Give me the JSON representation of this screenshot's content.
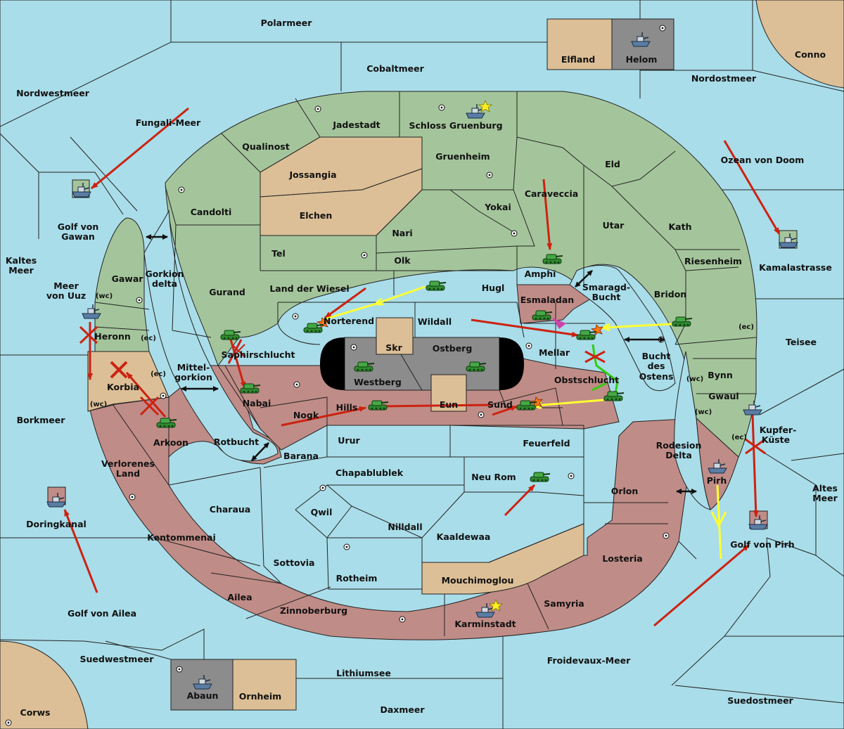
{
  "map": {
    "seas": {
      "polarmeer": "Polarmeer",
      "cobaltmeer": "Cobaltmeer",
      "nordwestmeer": "Nordwestmeer",
      "nordostmeer": "Nordostmeer",
      "fungali_meer": "Fungali-Meer",
      "golf_von_gawan_1": "Golf von",
      "golf_von_gawan_2": "Gawan",
      "kaltes_meer_1": "Kaltes",
      "kaltes_meer_2": "Meer",
      "meer_von_uuz_1": "Meer",
      "meer_von_uuz_2": "von Uuz",
      "borkmeer": "Borkmeer",
      "doringkanal": "Doringkanal",
      "golf_von_ailea": "Golf von Ailea",
      "suedwestmeer": "Suedwestmeer",
      "lithiumsee": "Lithiumsee",
      "daxmeer": "Daxmeer",
      "froidevaux_meer": "Froidevaux-Meer",
      "suedostmeer": "Suedostmeer",
      "golf_von_pirh": "Golf von Pirh",
      "altes_meer_1": "Altes",
      "altes_meer_2": "Meer",
      "teisee": "Teisee",
      "kamalastrasse": "Kamalastrasse",
      "ozean_von_doom": "Ozean von Doom",
      "bucht_des_ostens_1": "Bucht",
      "bucht_des_ostens_2": "des",
      "bucht_des_ostens_3": "Ostens",
      "smaragd_bucht_1": "Smaragd-",
      "smaragd_bucht_2": "Bucht",
      "gorkion_delta_1": "Gorkion",
      "gorkion_delta_2": "delta",
      "mittel_gorkion_1": "Mittel-",
      "mittel_gorkion_2": "gorkion",
      "rotbucht": "Rotbucht",
      "rodesion_delta_1": "Rodesion",
      "rodesion_delta_2": "Delta",
      "kupfer_kueste_1": "Kupfer-",
      "kupfer_kueste_2": "Küste"
    },
    "green_lands": {
      "jadestadt": "Jadestadt",
      "schloss_gruenburg": "Schloss Gruenburg",
      "qualinost": "Qualinost",
      "gruenheim": "Gruenheim",
      "eld": "Eld",
      "caraveccia": "Caraveccia",
      "candolti": "Candolti",
      "yokai": "Yokai",
      "utar": "Utar",
      "kath": "Kath",
      "nari": "Nari",
      "tel": "Tel",
      "olk": "Olk",
      "amphi": "Amphi",
      "riesenheim": "Riesenheim",
      "gawar": "Gawar",
      "gurand": "Gurand",
      "land_der_wiesel": "Land der Wiesel",
      "hugl": "Hugl",
      "bridon": "Bridon",
      "norterend": "Norterend",
      "wildall": "Wildall",
      "heronn": "Heronn",
      "saphirschlucht": "Saphirschlucht",
      "mellar": "Mellar",
      "bynn": "Bynn",
      "gwaul": "Gwaul"
    },
    "neutral_lands": {
      "jossangia": "Jossangia",
      "elchen": "Elchen",
      "korbia": "Korbia",
      "skr": "Skr",
      "eun": "Eun",
      "mouchimoglou": "Mouchimoglou",
      "elfland": "Elfland",
      "conno": "Conno",
      "ornheim": "Ornheim",
      "corws": "Corws"
    },
    "grey_lands": {
      "ostberg": "Ostberg",
      "westberg": "Westberg",
      "helom": "Helom",
      "abaun": "Abaun"
    },
    "red_lands": {
      "esmaladan": "Esmaladan",
      "obstschlucht": "Obstschlucht",
      "nabai": "Nabai",
      "arkoon": "Arkoon",
      "nogk": "Nogk",
      "hills": "Hills",
      "sund": "Sund",
      "urur": "Urur",
      "feuerfeld": "Feuerfeld",
      "barana": "Barana",
      "verlorenes_land_1": "Verlorenes",
      "verlorenes_land_2": "Land",
      "chapablublek": "Chapablublek",
      "neu_rom": "Neu Rom",
      "orlon": "Orlon",
      "charaua": "Charaua",
      "qwil": "Qwil",
      "nilldall": "Nilldall",
      "kaaldewaa": "Kaaldewaa",
      "kentommenai": "Kentommenai",
      "losteria": "Losteria",
      "sottovia": "Sottovia",
      "rotheim": "Rotheim",
      "ailea": "Ailea",
      "samyria": "Samyria",
      "zinnoberburg": "Zinnoberburg",
      "karminstadt": "Karminstadt",
      "pirh": "Pirh"
    },
    "coast_tags": {
      "wc": "(wc)",
      "ec": "(ec)"
    },
    "colors": {
      "sea": "#a9dde9",
      "green": "#a4c59b",
      "red": "#c08c87",
      "neutral": "#dcbf96",
      "grey": "#8c8c8c",
      "move_red": "#cc2211",
      "move_yellow": "#ffff33",
      "support_green": "#33cc11",
      "retreat_magenta": "#cc44aa"
    },
    "icons": {
      "army": "tank-icon",
      "fleet": "ship-icon",
      "supply_center": "supply-center-dot-icon",
      "home_capital": "star-icon",
      "failed_order": "red-x-icon",
      "dislodged": "explosion-icon",
      "passage": "double-arrow-icon"
    }
  }
}
